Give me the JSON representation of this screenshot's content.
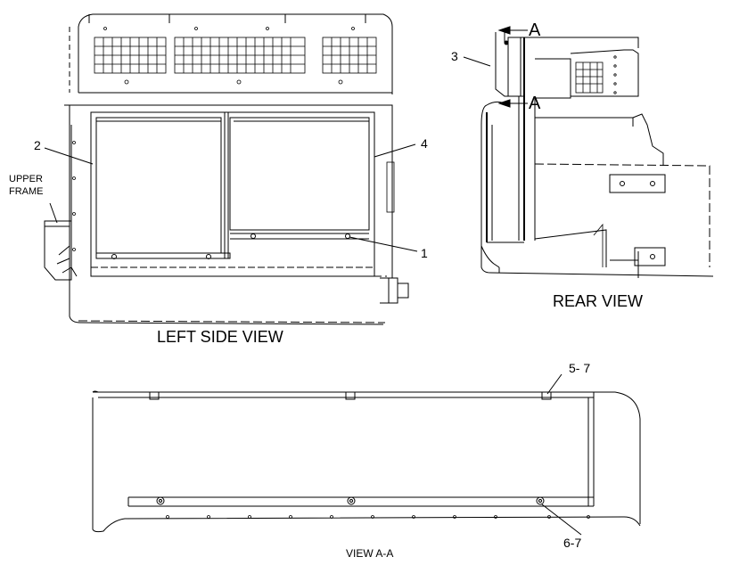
{
  "views": {
    "left_side": "LEFT SIDE VIEW",
    "rear": "REAR VIEW",
    "section": "VIEW A-A"
  },
  "callouts": {
    "c1": "1",
    "c2": "2",
    "c3": "3",
    "c4": "4",
    "c57": "5- 7",
    "c67": "6-7"
  },
  "labels": {
    "upper": "UPPER",
    "frame": "FRAME"
  },
  "section_markers": {
    "top": "A",
    "bottom": "A"
  },
  "colors": {
    "ink": "#000000",
    "paper": "#ffffff"
  }
}
